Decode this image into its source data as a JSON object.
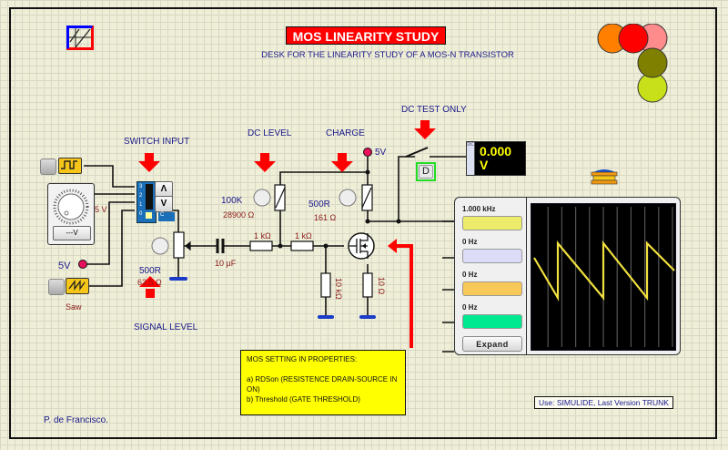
{
  "title": "MOS LINEARITY STUDY",
  "subtitle": "DESK FOR THE LINEARITY STUDY OF A MOS-N TRANSISTOR",
  "labels": {
    "switch_input": "SWITCH INPUT",
    "dc_level": "DC LEVEL",
    "charge": "CHARGE",
    "dc_test_only": "DC TEST ONLY",
    "signal_level": "SIGNAL LEVEL"
  },
  "sources": {
    "voltage_source_value": "5 V",
    "voltage_source_button": "---V",
    "rail_5v_left": "5V",
    "rail_5v_top": "5V",
    "saw_label": "Saw"
  },
  "switch": {
    "pins": [
      "3",
      "2",
      "1",
      "0"
    ],
    "common_pin": "C",
    "up_label": "Λ",
    "down_label": "V"
  },
  "pots": {
    "signal": {
      "name": "500R",
      "value": "63.5 Ω"
    },
    "dc_level": {
      "name": "100K",
      "value": "28900 Ω"
    },
    "charge": {
      "name": "500R",
      "value": "161 Ω"
    }
  },
  "components": {
    "capacitor": "10 µF",
    "r1": "1 kΩ",
    "r2": "1 kΩ",
    "r_gate": "10 kΩ",
    "r_source": "10 Ω"
  },
  "dc_switch_button": "D",
  "meter": {
    "value": "0.000",
    "unit": "V",
    "side_label": "DC"
  },
  "oscilloscope": {
    "channels": [
      {
        "freq": "1.000 kHz",
        "color": "#ecec6a"
      },
      {
        "freq": "0 Hz",
        "color": "#dcdcf8"
      },
      {
        "freq": "0 Hz",
        "color": "#f8c858"
      },
      {
        "freq": "0 Hz",
        "color": "#00e890"
      }
    ],
    "expand_label": "Expand",
    "trace_color": "#f0e040"
  },
  "note": {
    "heading": "MOS SETTING IN PROPERTIES:",
    "line_a": "a) RDSon (RESISTENCE DRAIN-SOURCE IN ON)",
    "line_b": "b) Threshold (GATE THRESHOLD)"
  },
  "credit": "Use: SIMULIDE, Last Version TRUNK",
  "author": "P. de Francisco.",
  "leds": [
    {
      "color": "#ff8000"
    },
    {
      "color": "#ff0000"
    },
    {
      "color": "#ff8c8c"
    },
    {
      "color": "#7f7f00"
    },
    {
      "color": "#c8e01a"
    }
  ]
}
